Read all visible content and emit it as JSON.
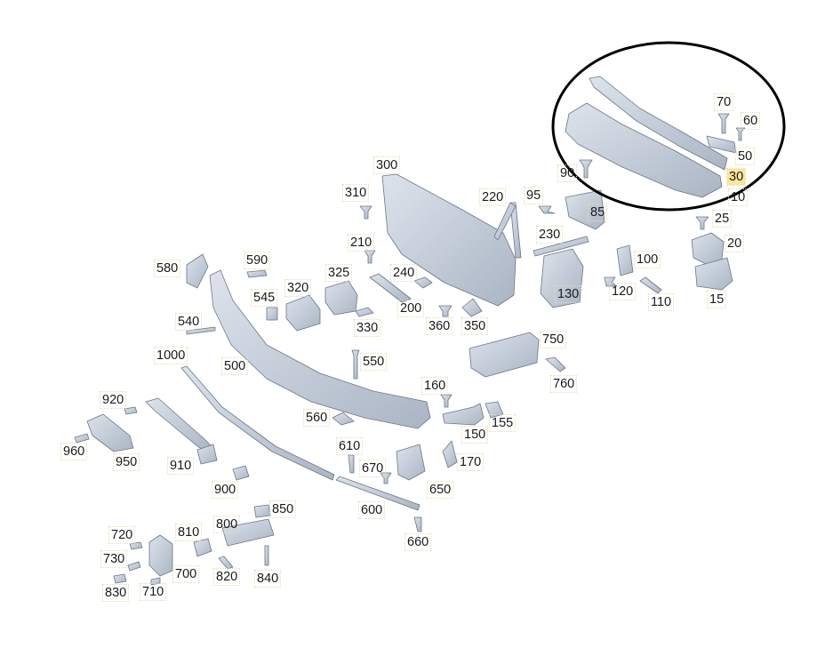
{
  "diagram": {
    "highlight_color": "#fbe59a",
    "part_color": "#c3ccd8",
    "callouts": {
      "c70": "70",
      "c60": "60",
      "c50": "50",
      "c30": "30",
      "c10": "10",
      "c90": "90",
      "c300": "300",
      "c310": "310",
      "c220": "220",
      "c95": "95",
      "c85": "85",
      "c25": "25",
      "c20": "20",
      "c230": "230",
      "c210": "210",
      "c590": "590",
      "c580": "580",
      "c325": "325",
      "c240": "240",
      "c545": "545",
      "c320": "320",
      "c200": "200",
      "c100": "100",
      "c130": "130",
      "c120": "120",
      "c110": "110",
      "c15": "15",
      "c540": "540",
      "c330": "330",
      "c360": "360",
      "c350": "350",
      "c750": "750",
      "c1000": "1000",
      "c500": "500",
      "c550": "550",
      "c760": "760",
      "c160": "160",
      "c920": "920",
      "c155": "155",
      "c560": "560",
      "c150": "150",
      "c610": "610",
      "c960": "960",
      "c950": "950",
      "c170": "170",
      "c670": "670",
      "c910": "910",
      "c900": "900",
      "c650": "650",
      "c600": "600",
      "c850": "850",
      "c800": "800",
      "c810": "810",
      "c720": "720",
      "c660": "660",
      "c730": "730",
      "c700": "700",
      "c820": "820",
      "c840": "840",
      "c830": "830",
      "c710": "710"
    }
  }
}
